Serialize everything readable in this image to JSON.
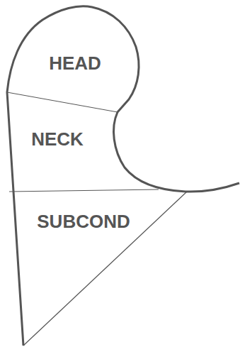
{
  "diagram": {
    "labels": [
      "HEAD",
      "NECK",
      "SUBCOND"
    ]
  }
}
